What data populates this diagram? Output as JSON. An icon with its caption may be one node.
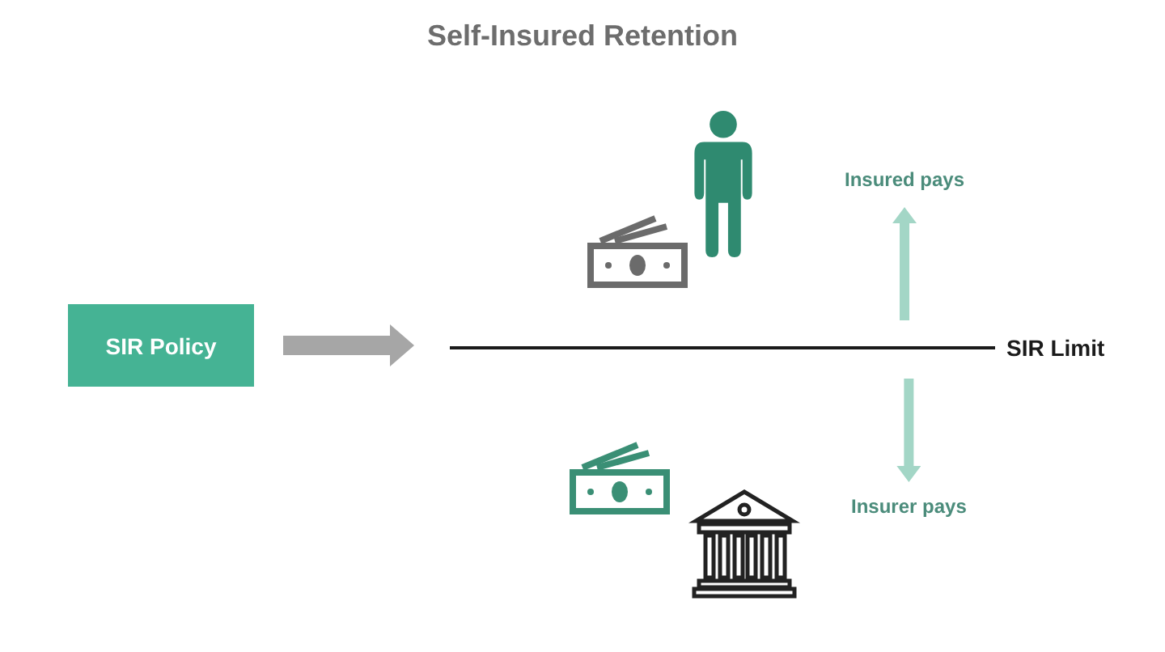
{
  "diagram": {
    "title": "Self-Insured Retention",
    "nodes": [
      {
        "text": [
          "SIR Policy"
        ]
      },
      {
        "text": [],
        "shape": "bar",
        "beside": [
          "SIR Limit"
        ]
      },
      {
        "text": [
          "Insured pays"
        ]
      },
      {
        "text": [
          "Insurer pays"
        ]
      }
    ],
    "edges": [
      {
        "from": 0,
        "to": 1,
        "arrow": "to",
        "style": "thick",
        "color": "#a6a6a6"
      },
      {
        "from": 1,
        "to": 2,
        "arrow": "to"
      },
      {
        "from": 1,
        "to": 3,
        "arrow": "to"
      }
    ]
  }
}
